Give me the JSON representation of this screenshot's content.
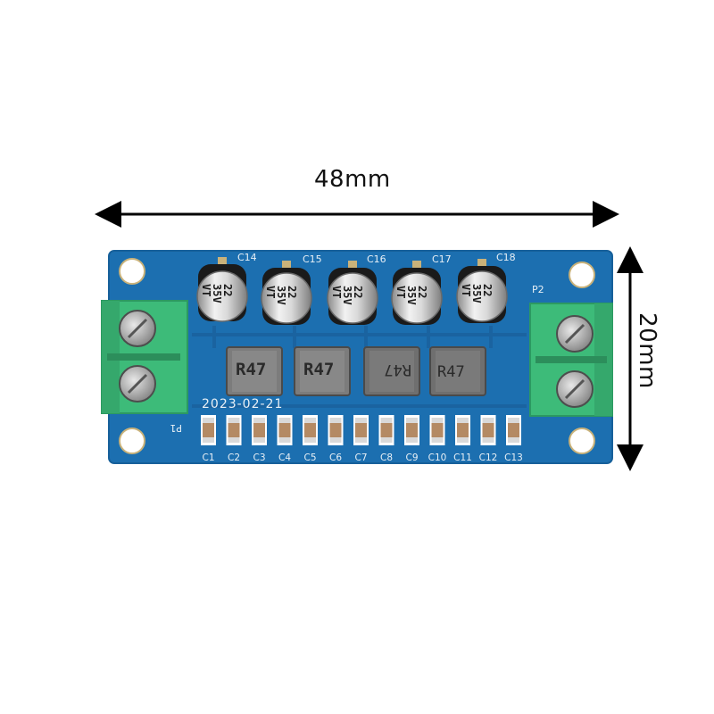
{
  "dimensions": {
    "width_label": "48mm",
    "height_label": "20mm"
  },
  "board": {
    "date": "2023-02-21",
    "connector_left": "P1",
    "connector_right": "P2",
    "electrolytic_caps": [
      {
        "ref": "C14",
        "line1": "22",
        "line2": "35V",
        "line3": "VT"
      },
      {
        "ref": "C15",
        "line1": "22",
        "line2": "35V",
        "line3": "VT"
      },
      {
        "ref": "C16",
        "line1": "22",
        "line2": "35V",
        "line3": "VT"
      },
      {
        "ref": "C17",
        "line1": "22",
        "line2": "35V",
        "line3": "VT"
      },
      {
        "ref": "C18",
        "line1": "22",
        "line2": "35V",
        "line3": "VT"
      }
    ],
    "inductors": [
      "R47",
      "R47",
      "R47",
      "R47"
    ],
    "smd_caps": [
      "C1",
      "C2",
      "C3",
      "C4",
      "C5",
      "C6",
      "C7",
      "C8",
      "C9",
      "C10",
      "C11",
      "C12",
      "C13"
    ]
  },
  "colors": {
    "pcb": "#1c6fb0",
    "pcb_edge": "#17609a",
    "terminal": "#3dbb79",
    "silkscreen": "#e8f0f6"
  }
}
